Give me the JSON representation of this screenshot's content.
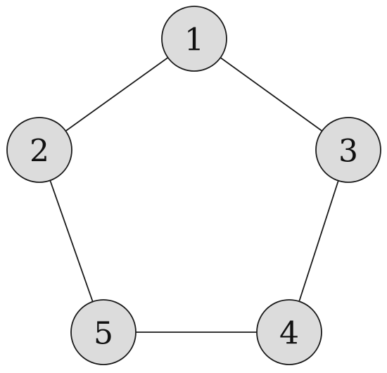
{
  "graph": {
    "nodes": [
      {
        "id": "1",
        "label": "1"
      },
      {
        "id": "2",
        "label": "2"
      },
      {
        "id": "3",
        "label": "3"
      },
      {
        "id": "4",
        "label": "4"
      },
      {
        "id": "5",
        "label": "5"
      }
    ],
    "edges": [
      [
        "1",
        "2"
      ],
      [
        "1",
        "3"
      ],
      [
        "3",
        "4"
      ],
      [
        "4",
        "5"
      ],
      [
        "5",
        "2"
      ]
    ],
    "node_fill": "#dcdcdc",
    "stroke_color": "#1a1a1a"
  }
}
